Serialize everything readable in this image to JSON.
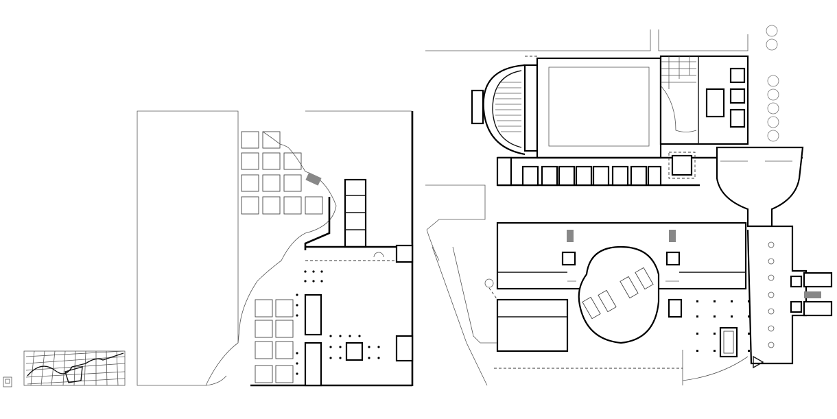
{
  "drawing": {
    "type": "architectural floor plan",
    "panels": [
      "site-key-thumbnail",
      "site-plan",
      "ground-floor-plan"
    ],
    "text_labels": [],
    "colors": {
      "background": "#ffffff",
      "line": "#000000",
      "light_line": "#555555"
    }
  }
}
